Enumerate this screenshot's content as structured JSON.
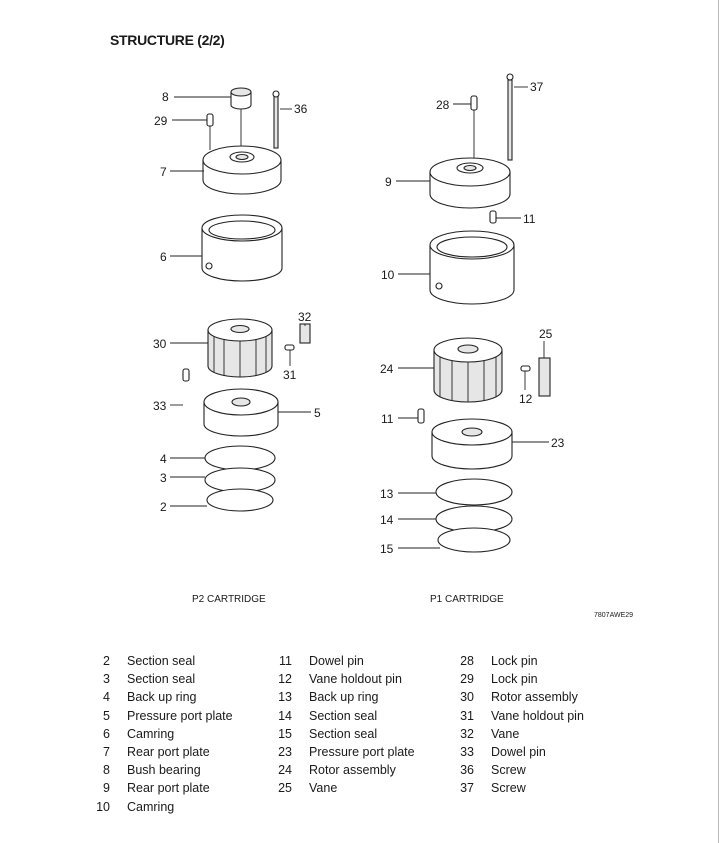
{
  "title": "STRUCTURE (2/2)",
  "diagram": {
    "left_callouts": [
      "8",
      "29",
      "36",
      "7",
      "6",
      "30",
      "32",
      "31",
      "33",
      "5",
      "4",
      "3",
      "2"
    ],
    "right_callouts": [
      "28",
      "37",
      "9",
      "11",
      "10",
      "25",
      "24",
      "12",
      "11",
      "23",
      "13",
      "14",
      "15"
    ],
    "left_caption": "P2 CARTRIDGE",
    "right_caption": "P1 CARTRIDGE",
    "figure_code": "7807AWE29"
  },
  "legend": [
    [
      {
        "n": "2",
        "name": "Section seal"
      },
      {
        "n": "3",
        "name": "Section seal"
      },
      {
        "n": "4",
        "name": "Back up ring"
      },
      {
        "n": "5",
        "name": "Pressure port plate"
      },
      {
        "n": "6",
        "name": "Camring"
      },
      {
        "n": "7",
        "name": "Rear port plate"
      },
      {
        "n": "8",
        "name": "Bush bearing"
      },
      {
        "n": "9",
        "name": "Rear port plate"
      },
      {
        "n": "10",
        "name": "Camring"
      }
    ],
    [
      {
        "n": "11",
        "name": "Dowel pin"
      },
      {
        "n": "12",
        "name": "Vane holdout pin"
      },
      {
        "n": "13",
        "name": "Back up ring"
      },
      {
        "n": "14",
        "name": "Section seal"
      },
      {
        "n": "15",
        "name": "Section seal"
      },
      {
        "n": "23",
        "name": "Pressure port plate"
      },
      {
        "n": "24",
        "name": "Rotor assembly"
      },
      {
        "n": "25",
        "name": "Vane"
      }
    ],
    [
      {
        "n": "28",
        "name": "Lock pin"
      },
      {
        "n": "29",
        "name": "Lock pin"
      },
      {
        "n": "30",
        "name": "Rotor assembly"
      },
      {
        "n": "31",
        "name": "Vane holdout pin"
      },
      {
        "n": "32",
        "name": "Vane"
      },
      {
        "n": "33",
        "name": "Dowel pin"
      },
      {
        "n": "36",
        "name": "Screw"
      },
      {
        "n": "37",
        "name": "Screw"
      }
    ]
  ]
}
